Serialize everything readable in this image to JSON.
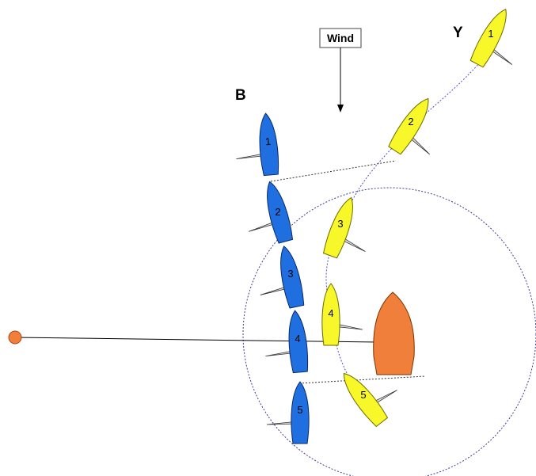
{
  "wind": {
    "label": "Wind"
  },
  "fleets": {
    "blue": {
      "label": "B",
      "color": "#1f6fe0",
      "positions": [
        "1",
        "2",
        "3",
        "4",
        "5"
      ]
    },
    "yellow": {
      "label": "Y",
      "color": "#f7f72a",
      "positions": [
        "1",
        "2",
        "3",
        "4",
        "5"
      ]
    }
  },
  "colors": {
    "mark": "#f07f3c",
    "circle": "#3c3c96",
    "sail": "#dcdcdc"
  }
}
